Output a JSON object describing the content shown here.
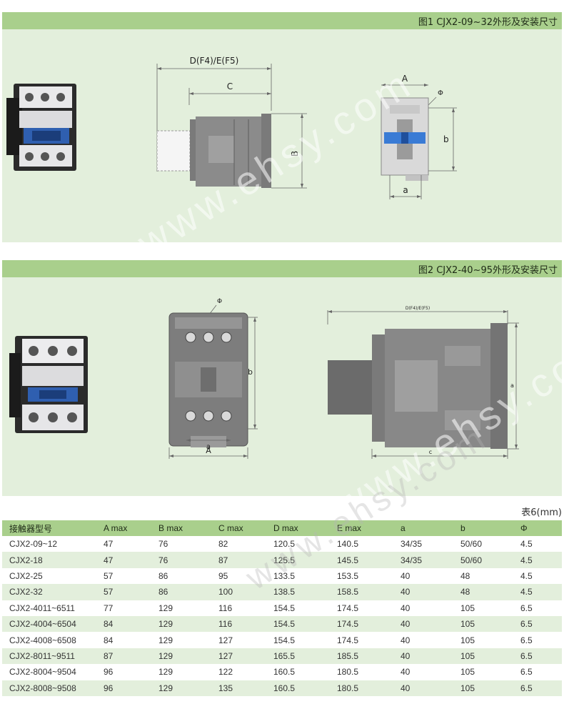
{
  "figure1": {
    "title": "图1 CJX2-09~32外形及安装尺寸",
    "dim_labels": {
      "de": "D(F4)/E(F5)",
      "c": "C",
      "b_upper": "B",
      "a_upper": "A",
      "phi": "Φ",
      "b_lower": "b",
      "a_lower": "a"
    }
  },
  "figure2": {
    "title": "图2 CJX2-40~95外形及安装尺寸",
    "dim_labels": {
      "phi": "Φ",
      "b_lower": "b",
      "a_lower": "a",
      "a_upper": "A",
      "de": "D(F4)/E(F5)",
      "a_side": "a",
      "c_lower": "c"
    }
  },
  "table": {
    "unit_note": "表6(mm)",
    "headers": [
      "接触器型号",
      "A max",
      "B max",
      "C max",
      "D max",
      "E max",
      "a",
      "b",
      "Φ"
    ],
    "rows": [
      [
        "CJX2-09~12",
        "47",
        "76",
        "82",
        "120.5",
        "140.5",
        "34/35",
        "50/60",
        "4.5"
      ],
      [
        "CJX2-18",
        "47",
        "76",
        "87",
        "125.5",
        "145.5",
        "34/35",
        "50/60",
        "4.5"
      ],
      [
        "CJX2-25",
        "57",
        "86",
        "95",
        "133.5",
        "153.5",
        "40",
        "48",
        "4.5"
      ],
      [
        "CJX2-32",
        "57",
        "86",
        "100",
        "138.5",
        "158.5",
        "40",
        "48",
        "4.5"
      ],
      [
        "CJX2-4011~6511",
        "77",
        "129",
        "116",
        "154.5",
        "174.5",
        "40",
        "105",
        "6.5"
      ],
      [
        "CJX2-4004~6504",
        "84",
        "129",
        "116",
        "154.5",
        "174.5",
        "40",
        "105",
        "6.5"
      ],
      [
        "CJX2-4008~6508",
        "84",
        "129",
        "127",
        "154.5",
        "174.5",
        "40",
        "105",
        "6.5"
      ],
      [
        "CJX2-8011~9511",
        "87",
        "129",
        "127",
        "165.5",
        "185.5",
        "40",
        "105",
        "6.5"
      ],
      [
        "CJX2-8004~9504",
        "96",
        "129",
        "122",
        "160.5",
        "180.5",
        "40",
        "105",
        "6.5"
      ],
      [
        "CJX2-8008~9508",
        "96",
        "129",
        "135",
        "160.5",
        "180.5",
        "40",
        "105",
        "6.5"
      ]
    ]
  },
  "watermark": "www.ehsy.com",
  "colors": {
    "header_green": "#a9cf8c",
    "panel_green": "#e3efdc",
    "accent_blue": "#3a7bd5"
  }
}
